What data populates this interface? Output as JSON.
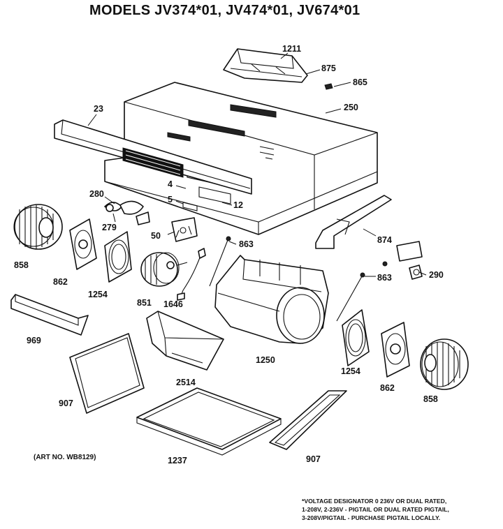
{
  "title": "MODELS JV374*01, JV474*01, JV674*01",
  "art_note": "(ART NO. WB8129)",
  "footnote": {
    "line1": "*VOLTAGE DESIGNATOR 0  236V OR DUAL RATED,",
    "line2": "1-208V, 2-236V - PIGTAIL OR DUAL RATED PIGTAIL,",
    "line3": "3-208V/PIGTAIL - PURCHASE PIGTAIL LOCALLY."
  },
  "labels": {
    "p1211": "1211",
    "p875": "875",
    "p865": "865",
    "p250": "250",
    "p23": "23",
    "p4": "4",
    "p5": "5",
    "p12": "12",
    "p280": "280",
    "p279": "279",
    "p50": "50",
    "p874": "874",
    "p858_left": "858",
    "p862_left": "862",
    "p1254_left": "1254",
    "p851": "851",
    "p1646": "1646",
    "p863_left": "863",
    "p863_right": "863",
    "p290": "290",
    "p969": "969",
    "p1250": "1250",
    "p1254_right": "1254",
    "p862_right": "862",
    "p858_right": "858",
    "p907_left": "907",
    "p2514": "2514",
    "p1237": "1237",
    "p907_right": "907"
  }
}
